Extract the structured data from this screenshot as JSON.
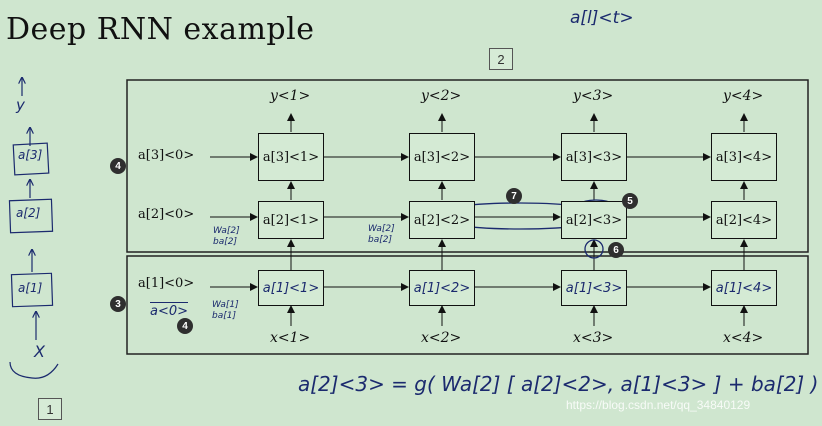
{
  "title": "Deep RNN example",
  "box_labels": {
    "top": "2",
    "bottom_left": "1"
  },
  "badges": {
    "b3": "3",
    "b4_outer": "4",
    "b4_inner": "4",
    "b5": "5",
    "b6": "6",
    "b7": "7"
  },
  "corner_annotation": "a[l]<t>",
  "outputs": [
    "y<1>",
    "y<2>",
    "y<3>",
    "y<4>"
  ],
  "inputs": [
    "x<1>",
    "x<2>",
    "x<3>",
    "x<4>"
  ],
  "initial_states": {
    "layer3": "a[3]<0>",
    "layer2": "a[2]<0>",
    "layer1": "a[1]<0>"
  },
  "layer3_cells": [
    "a[3]<1>",
    "a[3]<2>",
    "a[3]<3>",
    "a[3]<4>"
  ],
  "layer2_cells": [
    "a[2]<1>",
    "a[2]<2>",
    "a[2]<3>",
    "a[2]<4>"
  ],
  "layer1_cells": [
    "a[1]<1>",
    "a[1]<2>",
    "a[1]<3>",
    "a[1]<4>"
  ],
  "handwritten": {
    "a_zero": "a<0>",
    "weights_layer1": "Wa[1] ba[1]",
    "weights_layer2_t1": "Wa[2] ba[2]",
    "weights_layer2_t2": "Wa[2] ba[2]",
    "formula": "a[2]<3> = g( Wa[2] [ a[2]<2>, a[1]<3> ] + ba[2] )",
    "side_stack": [
      "y",
      "a[3]",
      "a[2]",
      "a[1]",
      "X"
    ]
  },
  "watermark": "https://blog.csdn.net/qq_34840129"
}
